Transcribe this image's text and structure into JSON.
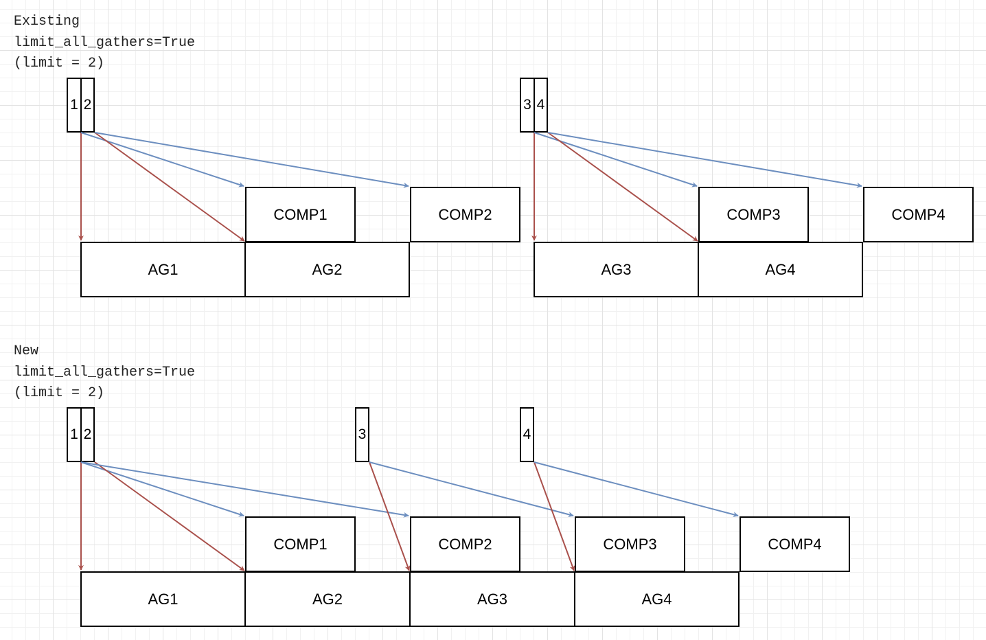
{
  "existing": {
    "title_lines": [
      "Existing",
      "limit_all_gathers=True",
      "(limit = 2)"
    ],
    "gates": [
      "1",
      "2",
      "3",
      "4"
    ],
    "comps": [
      "COMP1",
      "COMP2",
      "COMP3",
      "COMP4"
    ],
    "ags": [
      "AG1",
      "AG2",
      "AG3",
      "AG4"
    ]
  },
  "new": {
    "title_lines": [
      "New",
      "limit_all_gathers=True",
      "(limit = 2)"
    ],
    "gates": [
      "1",
      "2",
      "3",
      "4"
    ],
    "comps": [
      "COMP1",
      "COMP2",
      "COMP3",
      "COMP4"
    ],
    "ags": [
      "AG1",
      "AG2",
      "AG3",
      "AG4"
    ]
  },
  "colors": {
    "red_arrow": "#a9504b",
    "blue_arrow": "#6c8ebf"
  }
}
